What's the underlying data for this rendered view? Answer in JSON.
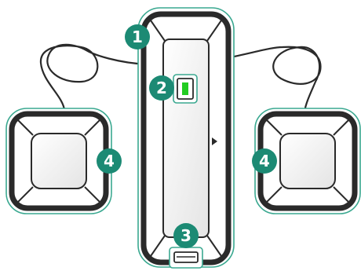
{
  "colors": {
    "outline": "#2a2a2a",
    "teal": "#1c8a74",
    "halo": "#3aa890",
    "indicator": "#22cc22",
    "badge_text": "#ffffff"
  },
  "callouts": [
    {
      "number": "1",
      "target": "main-unit"
    },
    {
      "number": "2",
      "target": "status-light"
    },
    {
      "number": "3",
      "target": "connector"
    },
    {
      "number": "4",
      "target": "left-pad"
    },
    {
      "number": "4",
      "target": "right-pad"
    }
  ]
}
